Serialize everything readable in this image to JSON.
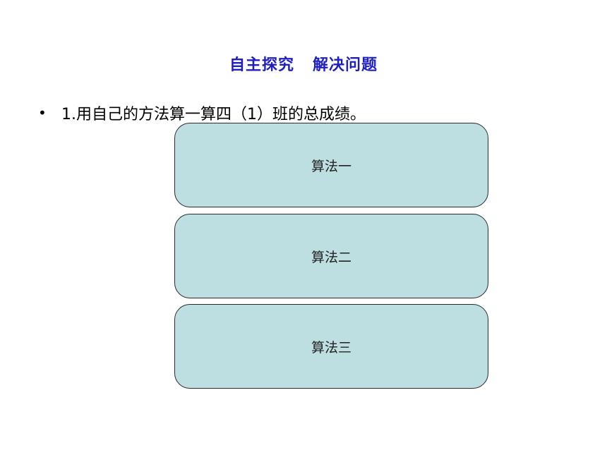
{
  "slide": {
    "title": "自主探究   解决问题",
    "bullet_marker": "•",
    "bullet_text": "1.用自己的方法算一算四（1）班的总成绩。",
    "methods": [
      {
        "label": "算法一"
      },
      {
        "label": "算法二"
      },
      {
        "label": "算法三"
      }
    ]
  },
  "colors": {
    "title": "#1f1fbf",
    "box_fill": "#bddfe2",
    "box_border": "#2b2b2b"
  }
}
